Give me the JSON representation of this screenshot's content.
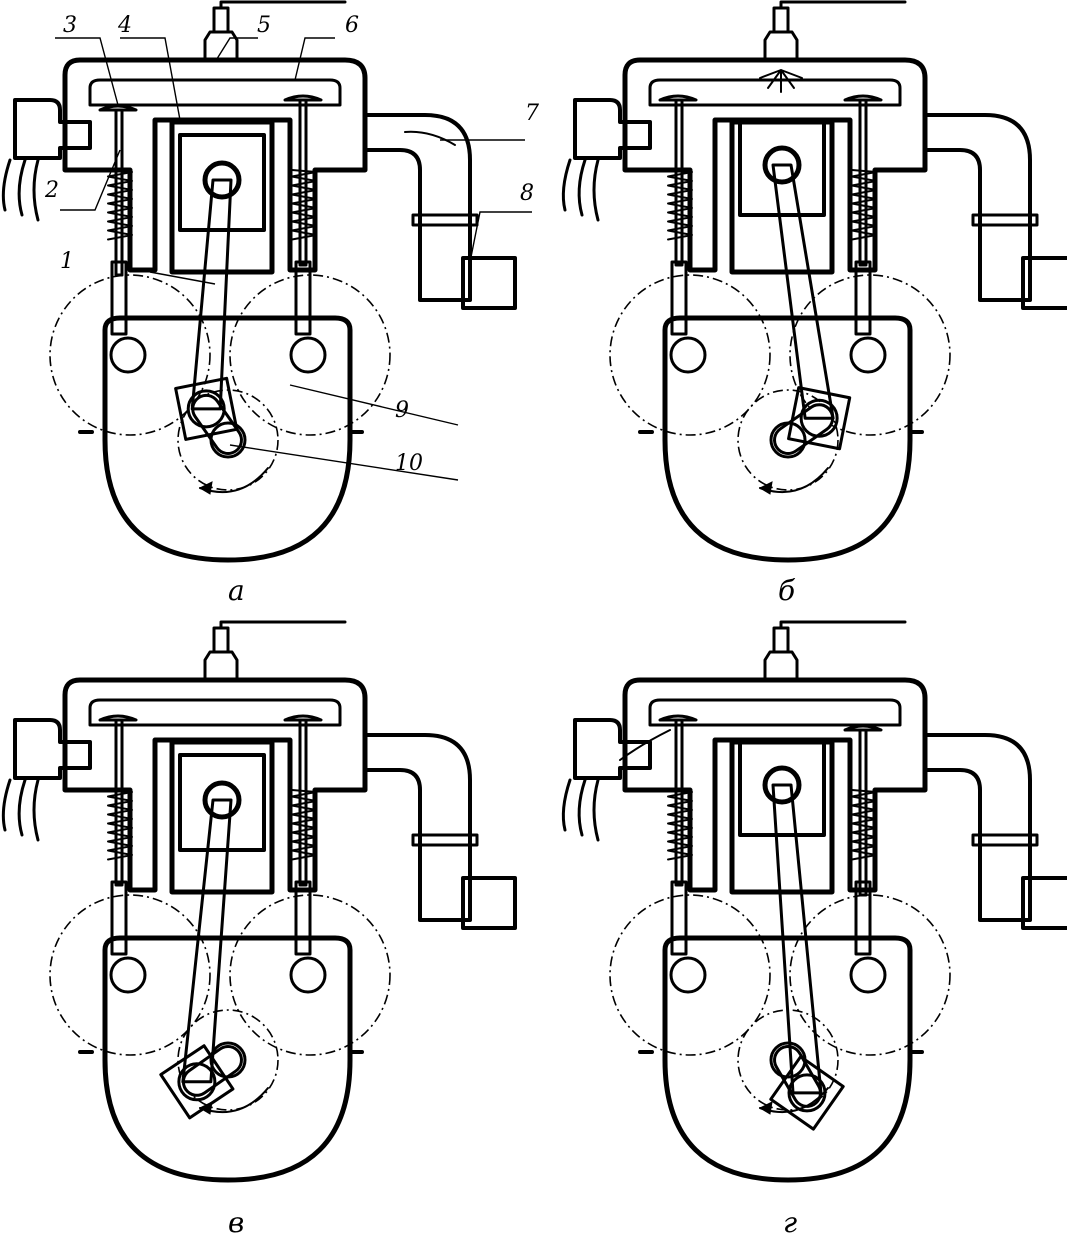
{
  "figure": {
    "callouts": [
      "1",
      "2",
      "3",
      "4",
      "5",
      "6",
      "7",
      "8",
      "9",
      "10"
    ],
    "panels": [
      {
        "id": "a",
        "caption": "а",
        "intake_open": true,
        "exhaust_open": false,
        "spark": false,
        "flow": "intake"
      },
      {
        "id": "b",
        "caption": "б",
        "intake_open": false,
        "exhaust_open": false,
        "spark": true,
        "flow": "compression"
      },
      {
        "id": "v",
        "caption": "в",
        "intake_open": false,
        "exhaust_open": false,
        "spark": false,
        "flow": "power"
      },
      {
        "id": "g",
        "caption": "г",
        "intake_open": false,
        "exhaust_open": true,
        "spark": false,
        "flow": "exhaust"
      }
    ]
  }
}
